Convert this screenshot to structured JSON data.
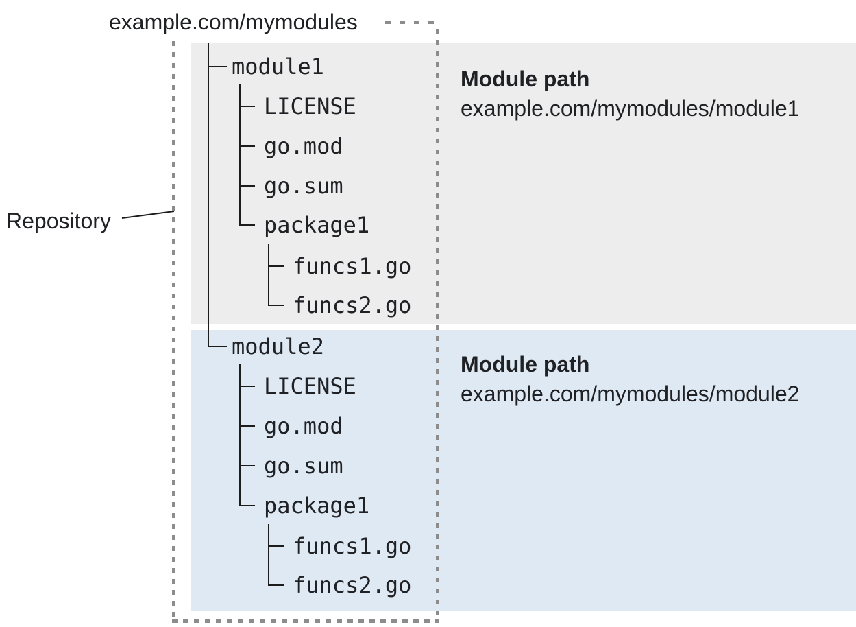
{
  "title": "example.com/mymodules",
  "repository": {
    "label": "Repository"
  },
  "colors": {
    "module1_bg": "#ededed",
    "module2_bg": "#dfe9f4",
    "dotted_border": "#8c8c8c",
    "tree_line": "#1c1c1c",
    "text": "#202124"
  },
  "module1": {
    "name": "module1",
    "files": [
      "LICENSE",
      "go.mod",
      "go.sum",
      "package1"
    ],
    "package_files": [
      "funcs1.go",
      "funcs2.go"
    ],
    "info": {
      "heading": "Module path",
      "path": "example.com/mymodules/module1"
    }
  },
  "module2": {
    "name": "module2",
    "files": [
      "LICENSE",
      "go.mod",
      "go.sum",
      "package1"
    ],
    "package_files": [
      "funcs1.go",
      "funcs2.go"
    ],
    "info": {
      "heading": "Module path",
      "path": "example.com/mymodules/module2"
    }
  }
}
